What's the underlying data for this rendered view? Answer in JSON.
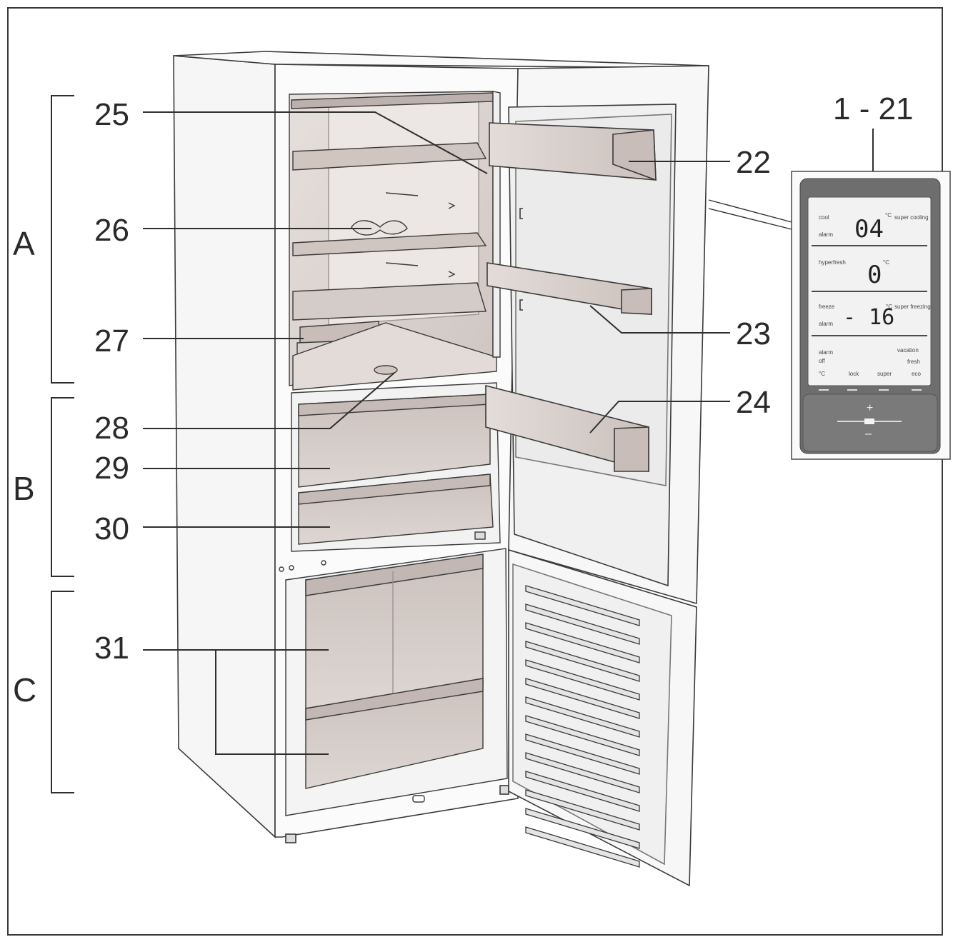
{
  "callouts": {
    "c25": "25",
    "c26": "26",
    "c27": "27",
    "c28": "28",
    "c29": "29",
    "c30": "30",
    "c31": "31",
    "c22": "22",
    "c23": "23",
    "c24": "24",
    "c1_21": "1 - 21"
  },
  "sections": {
    "a": "A",
    "b": "B",
    "c": "C"
  },
  "control_panel": {
    "row1": {
      "left_top": "cool",
      "left_bottom": "alarm",
      "value": "04",
      "unit": "°C",
      "right": "super cooling"
    },
    "row2": {
      "left_top": "hyperfresh",
      "value": "0",
      "unit": "°C"
    },
    "row3": {
      "left_top": "freeze",
      "left_bottom": "alarm",
      "value": "- 16",
      "unit": "°C",
      "right": "super freezing"
    },
    "row4": {
      "left_top": "alarm",
      "left_mid": "off",
      "right_top": "vacation",
      "right_mid": "fresh"
    },
    "bottom_labels": [
      "°C",
      "lock",
      "super",
      "eco"
    ],
    "plus": "+",
    "minus": "–"
  },
  "colors": {
    "line": "#3a3a3a",
    "interior": "#d9d2cf",
    "interior_dark": "#bdb3ae",
    "panel_dark": "#6e6e6e",
    "display": "#f2f2f2"
  }
}
